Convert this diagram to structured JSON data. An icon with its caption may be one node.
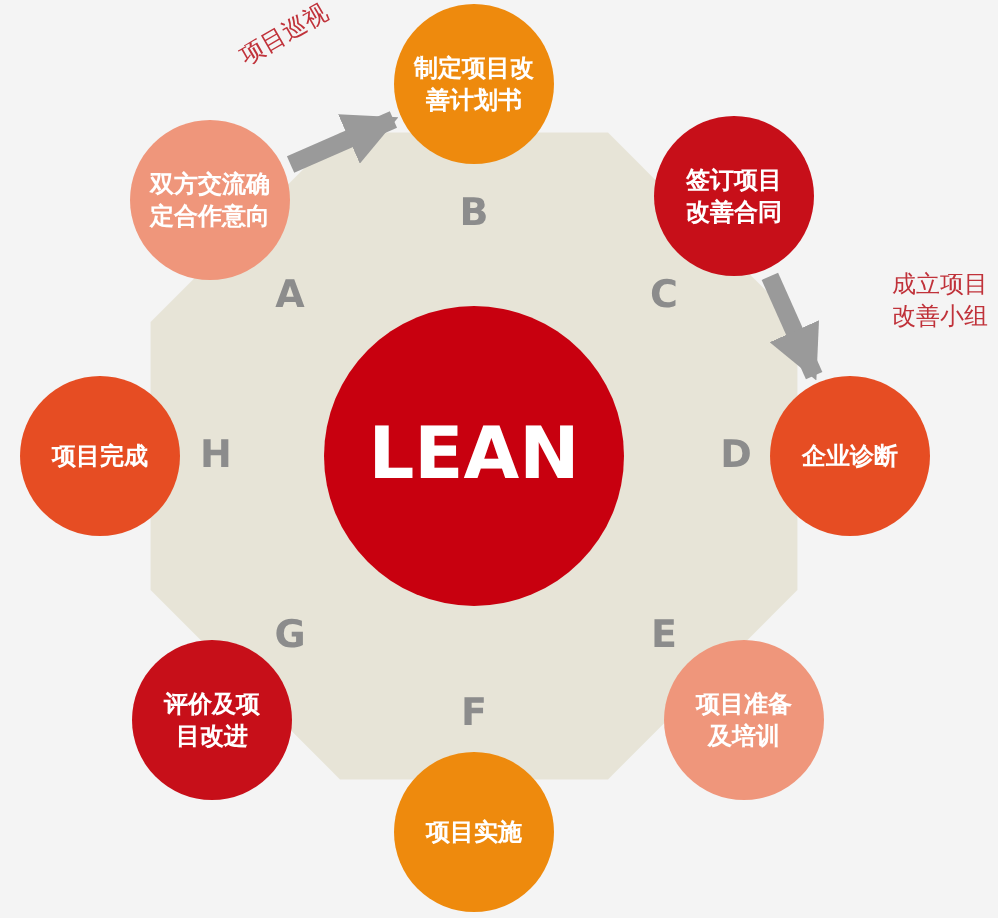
{
  "diagram": {
    "nodes": [
      {
        "text": [
          "双方交流确定合作意向"
        ]
      },
      {
        "text": [
          "制定项目改善计划书"
        ]
      },
      {
        "text": [
          "签订项目改善合同"
        ]
      },
      {
        "text": [
          "企业诊断"
        ]
      },
      {
        "text": [
          "项目准备及培训"
        ]
      },
      {
        "text": [
          "项目实施"
        ]
      },
      {
        "text": [
          "评价及项目改进"
        ]
      },
      {
        "text": [
          "项目完成"
        ]
      },
      {
        "text": [
          "LEAN"
        ]
      }
    ],
    "edges": [
      {
        "from": 0,
        "to": 1,
        "arrow": "to",
        "label": "项目巡视"
      },
      {
        "from": 2,
        "to": 3,
        "arrow": "to",
        "label": "成立项目改善小组"
      }
    ],
    "labels": [
      "B",
      "A",
      "C",
      "H",
      "D",
      "G",
      "E",
      "F"
    ]
  }
}
